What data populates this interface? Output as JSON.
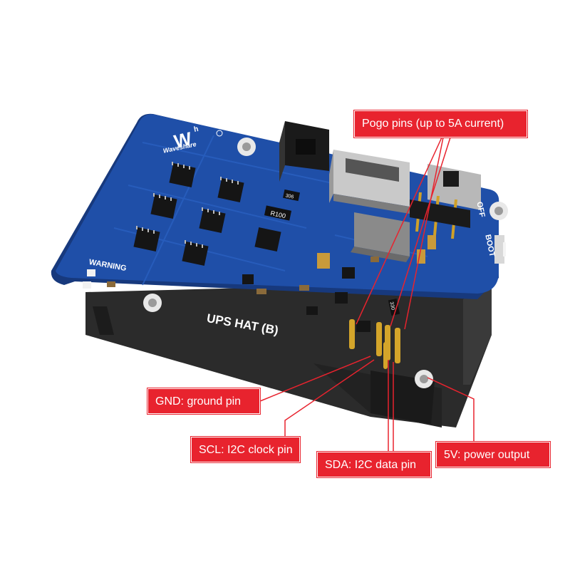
{
  "board": {
    "title": "UPS HAT (B)",
    "brand": "Waveshare",
    "brand_mark": "W",
    "warning_label": "WARNING",
    "switch_label": "OFF",
    "boot_label": "BOOT",
    "resistor_labels": [
      "R100",
      "306",
      "330"
    ]
  },
  "callouts": {
    "pogo": "Pogo pins (up to 5A current)",
    "gnd": "GND: ground pin",
    "scl": "SCL: I2C clock pin",
    "sda": "SDA: I2C data pin",
    "v5": "5V: power output"
  },
  "colors": {
    "pcb": "#1f4fa8",
    "pcb_edge": "#17397d",
    "callout": "#e8232e",
    "holder": "#2b2b2b",
    "gold": "#d4a52a"
  }
}
